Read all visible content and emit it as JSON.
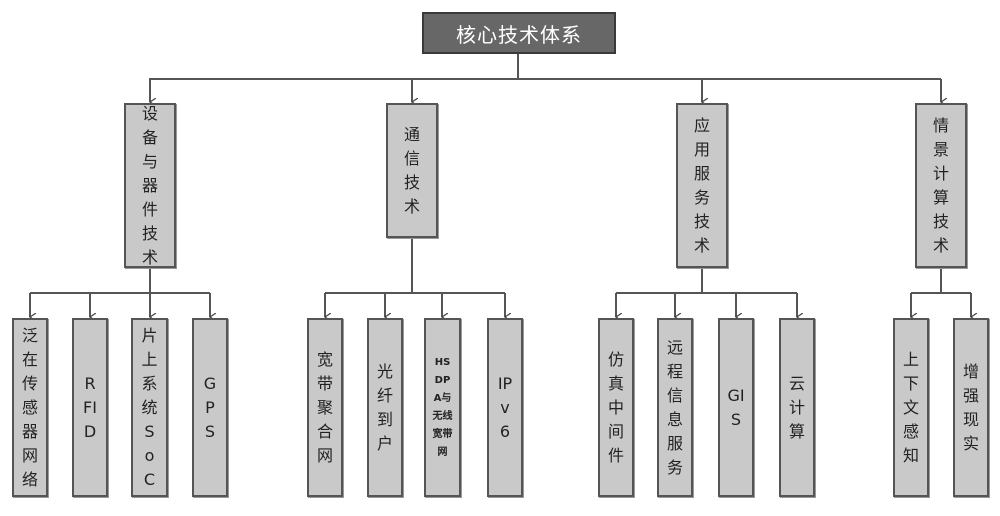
{
  "root": "核心技术体系",
  "categories": [
    {
      "label": "设备与器件技术",
      "children": [
        "泛在传感器网络",
        "RFID",
        "片上系统SoC",
        "GPS"
      ]
    },
    {
      "label": "通信技术",
      "children": [
        "宽带聚合网",
        "光纤到户",
        "HSDPA与无线宽带网",
        "IPv6"
      ]
    },
    {
      "label": "应用服务技术",
      "children": [
        "仿真中间件",
        "远程信息服务",
        "GIS",
        "云计算"
      ]
    },
    {
      "label": "情景计算技术",
      "children": [
        "上下文感知",
        "增强现实"
      ]
    }
  ]
}
